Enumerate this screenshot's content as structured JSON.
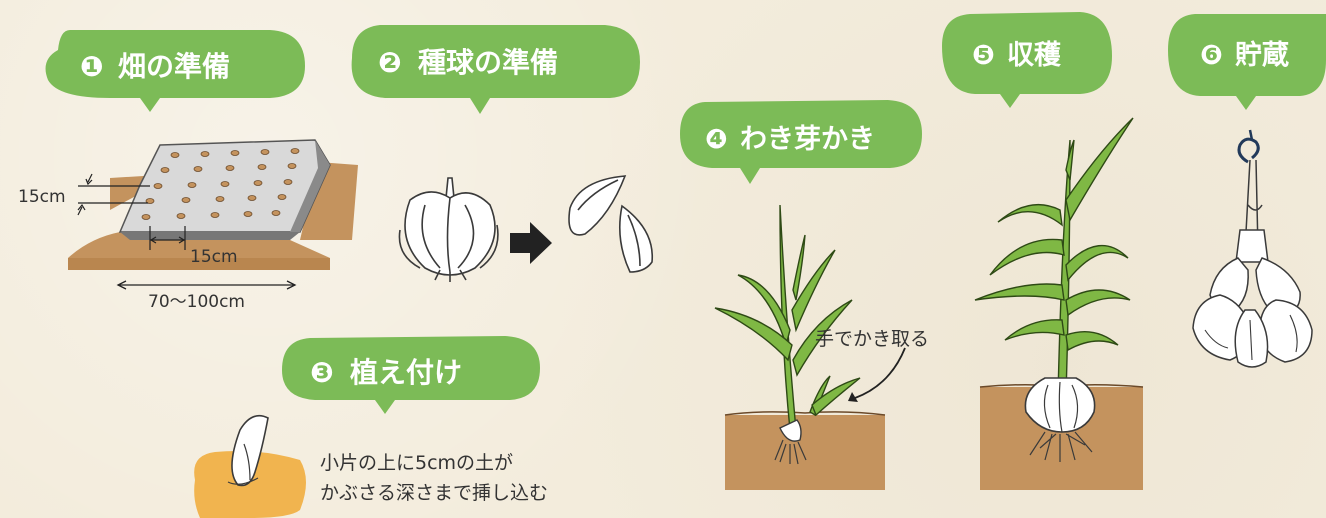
{
  "colors": {
    "bubble_green": "#7cbb57",
    "soil_brown": "#c4935e",
    "leaf_green": "#7fb844",
    "mulch_gray": "#7c7c7c",
    "planting_orange": "#f1b44f"
  },
  "steps": [
    {
      "num": "❶",
      "title": "畑の準備"
    },
    {
      "num": "❷",
      "title": "種球の準備"
    },
    {
      "num": "❸",
      "title": "植え付け"
    },
    {
      "num": "❹",
      "title": "わき芽かき"
    },
    {
      "num": "❺",
      "title": "収穫"
    },
    {
      "num": "❻",
      "title": "貯蔵"
    }
  ],
  "field": {
    "row_spacing": "15cm",
    "plant_spacing": "15cm",
    "bed_width": "70〜100cm"
  },
  "planting": {
    "note_line1": "小片の上に5cmの土が",
    "note_line2": "かぶさる深さまで挿し込む"
  },
  "sidebud": {
    "note": "手でかき取る"
  },
  "icons": [
    "arrow-right-icon",
    "hook-icon"
  ]
}
